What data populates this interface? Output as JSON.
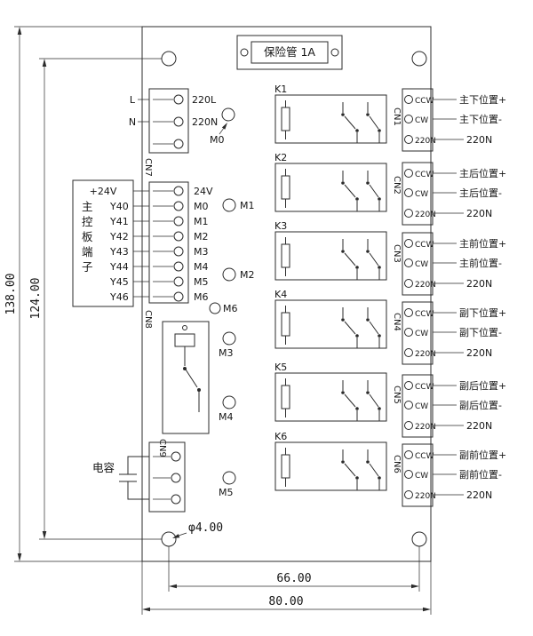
{
  "fuse": {
    "label": "保险管 1A"
  },
  "dimensions": {
    "outer_height": "138.00",
    "inner_height": "124.00",
    "inner_width": "66.00",
    "outer_width": "80.00",
    "hole": "φ4.00"
  },
  "cn7": {
    "label": "CN7",
    "pin_l": "L",
    "pin_n": "N",
    "out_l": "220L",
    "out_n": "220N",
    "indicator": "M0"
  },
  "control_panel": {
    "title": "主控板端子",
    "title_chars": [
      "主",
      "控",
      "板",
      "端",
      "子"
    ],
    "pins": [
      "+24V",
      "Y40",
      "Y41",
      "Y42",
      "Y43",
      "Y44",
      "Y45",
      "Y46"
    ]
  },
  "cn8": {
    "label": "CN8",
    "outputs": [
      "24V",
      "M0",
      "M1",
      "M2",
      "M3",
      "M4",
      "M5",
      "M6"
    ]
  },
  "indicators": [
    "M1",
    "M2",
    "M6",
    "M3",
    "M4",
    "M5"
  ],
  "cn9": {
    "label": "CN9"
  },
  "capacitor": {
    "label": "电容"
  },
  "relays": [
    {
      "name": "K1",
      "connector": "CN1"
    },
    {
      "name": "K2",
      "connector": "CN2"
    },
    {
      "name": "K3",
      "connector": "CN3"
    },
    {
      "name": "K4",
      "connector": "CN4"
    },
    {
      "name": "K5",
      "connector": "CN5"
    },
    {
      "name": "K6",
      "connector": "CN6"
    }
  ],
  "terminals": [
    {
      "pins": [
        "CCW",
        "CW",
        "220N"
      ],
      "ext": [
        "主下位置+",
        "主下位置-",
        "220N"
      ]
    },
    {
      "pins": [
        "CCW",
        "CW",
        "220N"
      ],
      "ext": [
        "主后位置+",
        "主后位置-",
        "220N"
      ]
    },
    {
      "pins": [
        "CCW",
        "CW",
        "220N"
      ],
      "ext": [
        "主前位置+",
        "主前位置-",
        "220N"
      ]
    },
    {
      "pins": [
        "CCW",
        "CW",
        "220N"
      ],
      "ext": [
        "副下位置+",
        "副下位置-",
        "220N"
      ]
    },
    {
      "pins": [
        "CCW",
        "CW",
        "220N"
      ],
      "ext": [
        "副后位置+",
        "副后位置-",
        "220N"
      ]
    },
    {
      "pins": [
        "CCW",
        "CW",
        "220N"
      ],
      "ext": [
        "副前位置+",
        "副前位置-",
        "220N"
      ]
    }
  ]
}
